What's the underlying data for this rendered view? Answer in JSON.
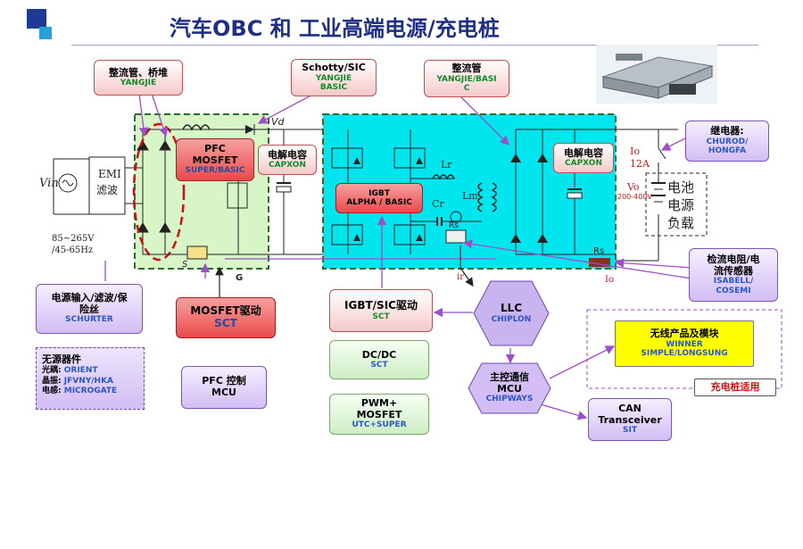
{
  "title": "汽车OBC 和 工业高端电源/充电桩",
  "boxes": {
    "rectifier_bridge": {
      "title": "整流管、桥堆",
      "vendor": "YANGJIE"
    },
    "schottky": {
      "title": "Schotty/SIC",
      "vendor1": "YANGJIE",
      "vendor2": "BASIC"
    },
    "rectifier_right": {
      "title": "整流管",
      "vendor1": "YANGJIE/BASI",
      "vendor2": "C"
    },
    "pfc_mosfet": {
      "title1": "PFC",
      "title2": "MOSFET",
      "vendor": "SUPER/BASIC"
    },
    "cap_left": {
      "title": "电解电容",
      "vendor": "CAPXON"
    },
    "cap_right": {
      "title": "电解电容",
      "vendor": "CAPXON"
    },
    "igbt": {
      "title": "IGBT",
      "vendor": "ALPHA / BASIC"
    },
    "relay": {
      "title": "继电器:",
      "vendor1": "CHUROD/",
      "vendor2": "HONGFA"
    },
    "current_sense": {
      "title1": "检流电阻/电",
      "title2": "流传感器",
      "vendor1": "ISABELL/",
      "vendor2": "COSEMI"
    },
    "input_filter": {
      "title1": "电源输入/滤波/保",
      "title2": "险丝",
      "vendor": "SCHURTER"
    },
    "mosfet_driver": {
      "title": "MOSFET驱动",
      "vendor": "SCT"
    },
    "igbt_driver": {
      "title": "IGBT/SIC驱动",
      "vendor": "SCT"
    },
    "llc": {
      "title": "LLC",
      "vendor": "CHIPLON"
    },
    "dcdc": {
      "title": "DC/DC",
      "vendor": "SCT"
    },
    "pwm": {
      "title1": "PWM+",
      "title2": "MOSFET",
      "vendor": "UTC+SUPER"
    },
    "pfc_ctrl": {
      "title1": "PFC 控制",
      "title2": "MCU"
    },
    "main_mcu": {
      "title1": "主控通信",
      "title2": "MCU",
      "vendor": "CHIPWAYS"
    },
    "wireless": {
      "title": "无线产品及模块",
      "vendor1": "WINNER",
      "vendor2": "SIMPLE/LONGSUNG"
    },
    "charger_note": "充电桩适用",
    "can": {
      "title1": "CAN",
      "title2": "Transceiver",
      "vendor": "SIT"
    },
    "passive": {
      "title": "无源器件",
      "row1_label": "光耦:",
      "row1_vendor": "ORIENT",
      "row2_label": "晶振:",
      "row2_vendor": "JFVNY/HKA",
      "row3_label": "电感:",
      "row3_vendor": "MICROGATE"
    }
  },
  "circuit": {
    "vin": "Vin",
    "emi1": "EMI",
    "emi2": "滤波",
    "vin_range1": "85~265V",
    "vin_range2": "/45-65Hz",
    "vd": "Vd",
    "lr": "Lr",
    "lm": "Lm",
    "cr": "Cr",
    "rs_mid": "Rs",
    "rs_right": "Rs",
    "io_top": "Io",
    "io_current": "12A",
    "vo": "Vo",
    "vo_range": "200-400V",
    "ir": "ir",
    "io_bottom": "Io",
    "s": "S",
    "g": "G",
    "load1": "电池",
    "load2": "电源",
    "load3": "负载"
  },
  "colors": {
    "title": "#1f2f86",
    "pfc_area": "#d8f5c8",
    "dcdc_area": "#00e5ee",
    "dashed_border": "#2e6b2e",
    "arrow": "#9b4fc8"
  }
}
